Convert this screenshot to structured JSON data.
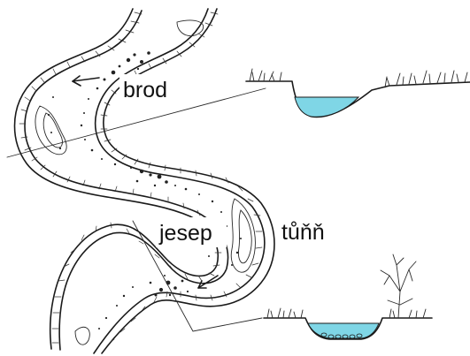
{
  "labels": {
    "riffle": "brod",
    "point_bar": "jesep",
    "pool": "tůňň"
  },
  "colors": {
    "water": "#7fd6e6",
    "ink": "#1a1a1a",
    "background": "#ffffff"
  }
}
